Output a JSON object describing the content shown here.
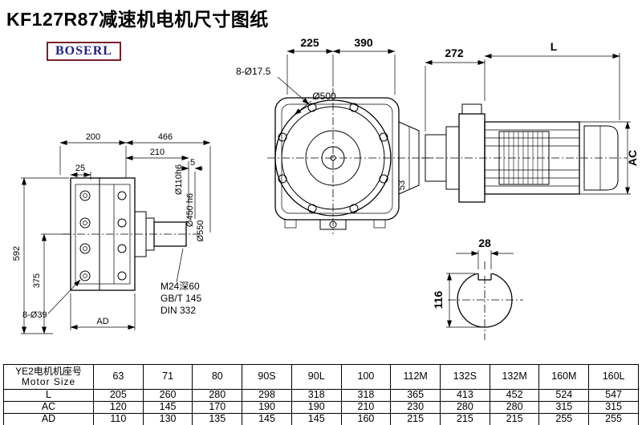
{
  "title": "KF127R87减速机电机尺寸图纸",
  "logo": "BOSERL",
  "colors": {
    "line": "#000000",
    "logo_border": "#7a2024",
    "logo_text": "#20208a",
    "background": "#ffffff"
  },
  "dims": {
    "left": {
      "d200": "200",
      "d466": "466",
      "d210": "210",
      "d5": "5",
      "d25": "25",
      "d592": "592",
      "d375": "375",
      "holes": "8-Ø39",
      "ad": "AD",
      "d110": "Ø110h6",
      "d450": "Ø450 h6",
      "d550": "Ø550",
      "thread": "M24深60",
      "std1": "GB/T 145",
      "std2": "DIN 332"
    },
    "front": {
      "d225": "225",
      "d390": "390",
      "holes": "8-Ø17.5",
      "d500": "Ø500",
      "d53": "53"
    },
    "side": {
      "d272": "272",
      "L": "L",
      "AC": "AC"
    },
    "shaft": {
      "key_width": "28",
      "diameter": "116"
    }
  },
  "table": {
    "row_header_cn": "YE2电机机座号",
    "row_header_en": "Motor Size",
    "columns": [
      "63",
      "71",
      "80",
      "90S",
      "90L",
      "100",
      "112M",
      "132S",
      "132M",
      "160M",
      "160L"
    ],
    "rows": [
      {
        "label": "L",
        "values": [
          "205",
          "260",
          "280",
          "298",
          "318",
          "318",
          "365",
          "413",
          "452",
          "524",
          "547"
        ]
      },
      {
        "label": "AC",
        "values": [
          "120",
          "145",
          "170",
          "190",
          "190",
          "210",
          "230",
          "280",
          "280",
          "315",
          "315"
        ]
      },
      {
        "label": "AD",
        "values": [
          "110",
          "130",
          "135",
          "145",
          "145",
          "160",
          "215",
          "215",
          "215",
          "255",
          "255"
        ]
      }
    ]
  }
}
